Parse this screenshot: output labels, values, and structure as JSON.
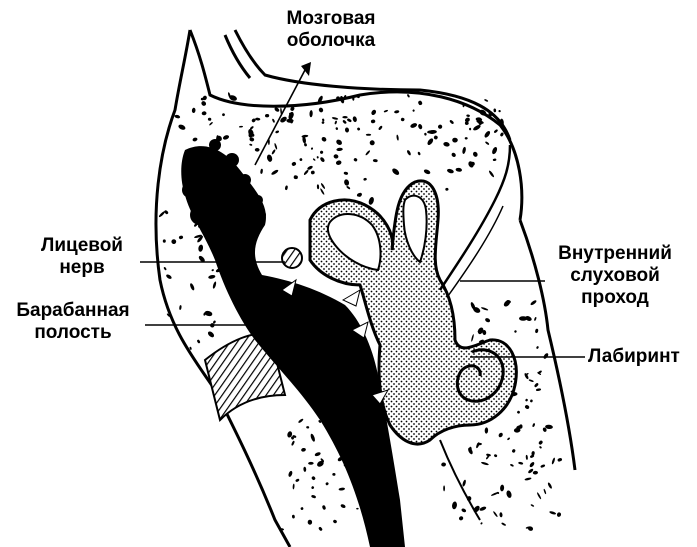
{
  "labels": {
    "meninges": [
      "Мозговая",
      "оболочка"
    ],
    "facial_nerve": [
      "Лицевой",
      "нерв"
    ],
    "tympanic_cavity": [
      "Барабанная",
      "полость"
    ],
    "internal_meatus": [
      "Внутренний",
      "слуховой",
      "проход"
    ],
    "labyrinth": "Лабиринт"
  },
  "colors": {
    "ink": "#000000",
    "paper": "#ffffff"
  }
}
